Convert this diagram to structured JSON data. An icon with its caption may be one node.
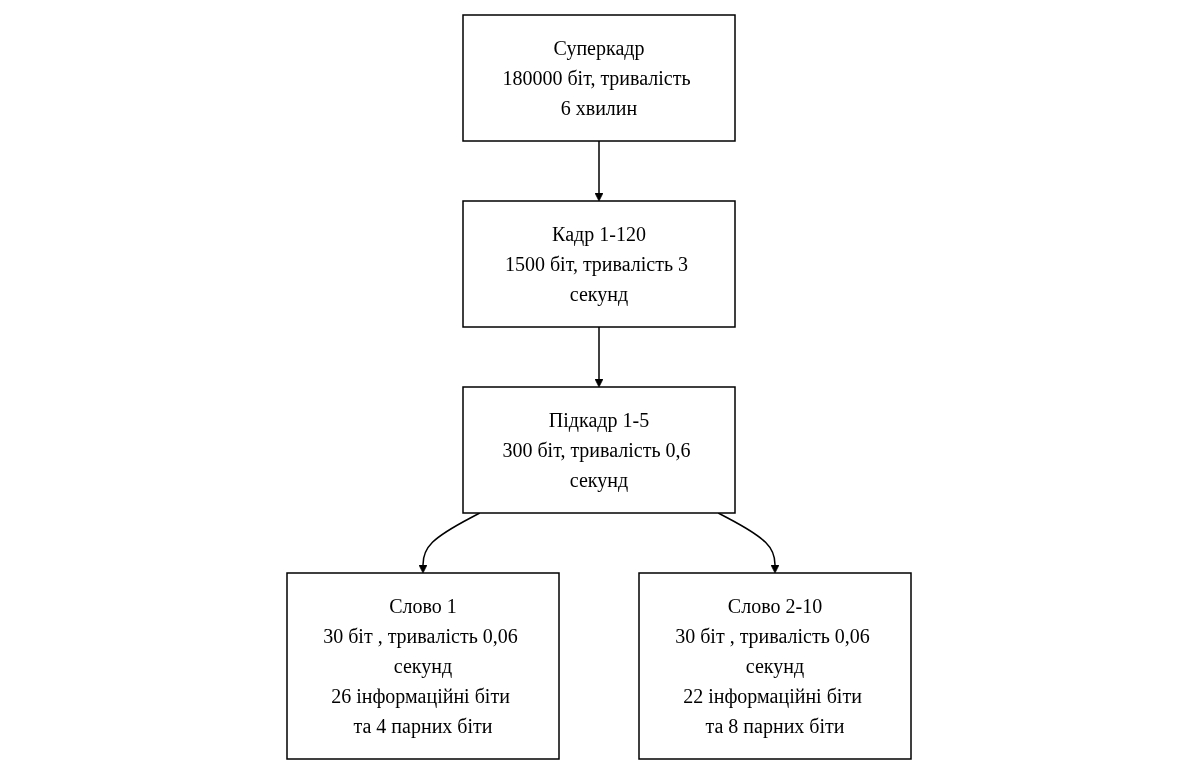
{
  "diagram": {
    "nodes": [
      {
        "text": [
          "Суперкадр",
          "180000 біт, тривалість 6 хвилин"
        ]
      },
      {
        "text": [
          "Кадр 1-120",
          "1500 біт, тривалість 3 секунд"
        ]
      },
      {
        "text": [
          "Підкадр 1-5",
          "300 біт, тривалість 0,6 секунд"
        ]
      },
      {
        "text": [
          "Слово 1",
          "30 біт , тривалість 0,06 секунд",
          "26 інформаційні біти та 4 парних біти"
        ]
      },
      {
        "text": [
          "Слово 2-10",
          "30 біт , тривалість 0,06 секунд",
          "22 інформаційні біти та 8 парних біти"
        ]
      }
    ],
    "edges": [
      {
        "from": 0,
        "to": 1,
        "arrow": "to"
      },
      {
        "from": 1,
        "to": 2,
        "arrow": "to"
      },
      {
        "from": 2,
        "to": 3,
        "arrow": "to"
      },
      {
        "from": 2,
        "to": 4,
        "arrow": "to"
      }
    ]
  }
}
